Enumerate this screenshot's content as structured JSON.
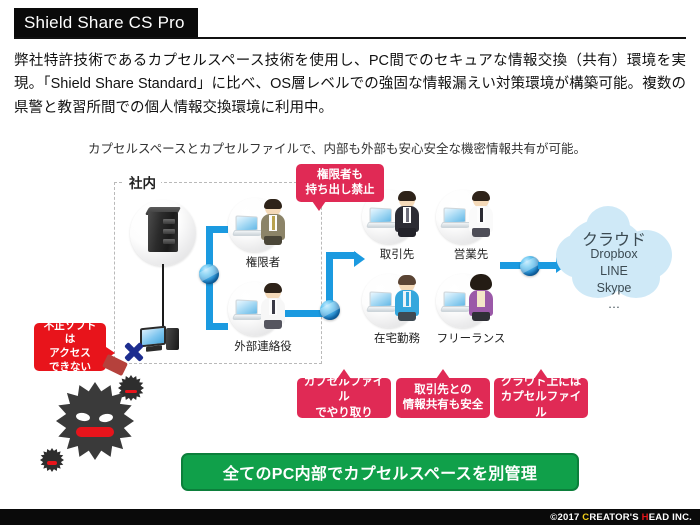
{
  "header": {
    "title": "Shield Share CS Pro"
  },
  "lead": {
    "paragraph": "弊社特許技術であるカプセルスペース技術を使用し、PC間でのセキュアな情報交換（共有）環境を実現。「Shield Share Standard」に比べ、OS層レベルでの強固な情報漏えい対策環境が構築可能。複数の県警と教習所間での個人情報交換環境に利用中。"
  },
  "subcaption": {
    "text": "カプセルスペースとカプセルファイルで、内部も外部も安心安全な機密情報共有が可能。"
  },
  "diagram": {
    "internal_zone_label": "社内",
    "nodes": {
      "server": "server-icon",
      "desktop_pc": "desktop-pc-icon",
      "authorized_user": "権限者",
      "external_liaison": "外部連絡役",
      "business_partner": "取引先",
      "sales_client": "営業先",
      "remote_worker": "在宅勤務",
      "freelancer": "フリーランス"
    },
    "cloud": {
      "title": "クラウド",
      "services": [
        "Dropbox",
        "LINE",
        "Skype",
        "…"
      ]
    },
    "callouts": {
      "top_restriction": "権限者も\n持ち出し禁止",
      "top_restriction_line1": "権限者も",
      "top_restriction_line2": "持ち出し禁止",
      "malware_block_line1": "不正ソフトは",
      "malware_block_line2": "アクセス",
      "malware_block_line3": "できない",
      "bottom": [
        {
          "line1": "カプセルファイル",
          "line2": "でやり取り"
        },
        {
          "line1": "取引先との",
          "line2": "情報共有も安全"
        },
        {
          "line1": "クラウド上には",
          "line2": "カプセルファイル"
        }
      ]
    },
    "germ_icon": "virus-germ-icon",
    "x_mark_icon": "block-x-icon"
  },
  "banner": {
    "text": "全てのPC内部でカプセルスペースを別管理"
  },
  "footer": {
    "copyright_prefix": "©2017 ",
    "brand_c": "C",
    "brand_reators": "REATOR'S ",
    "brand_h": "H",
    "brand_ead": "EAD INC."
  },
  "colors": {
    "header_bar": "#0a0a0a",
    "pink_callout": "#e02a55",
    "red_callout": "#e8141b",
    "green_banner": "#10a04a",
    "blue_connector": "#1b9ae0",
    "cloud": "#cfe9f7"
  }
}
